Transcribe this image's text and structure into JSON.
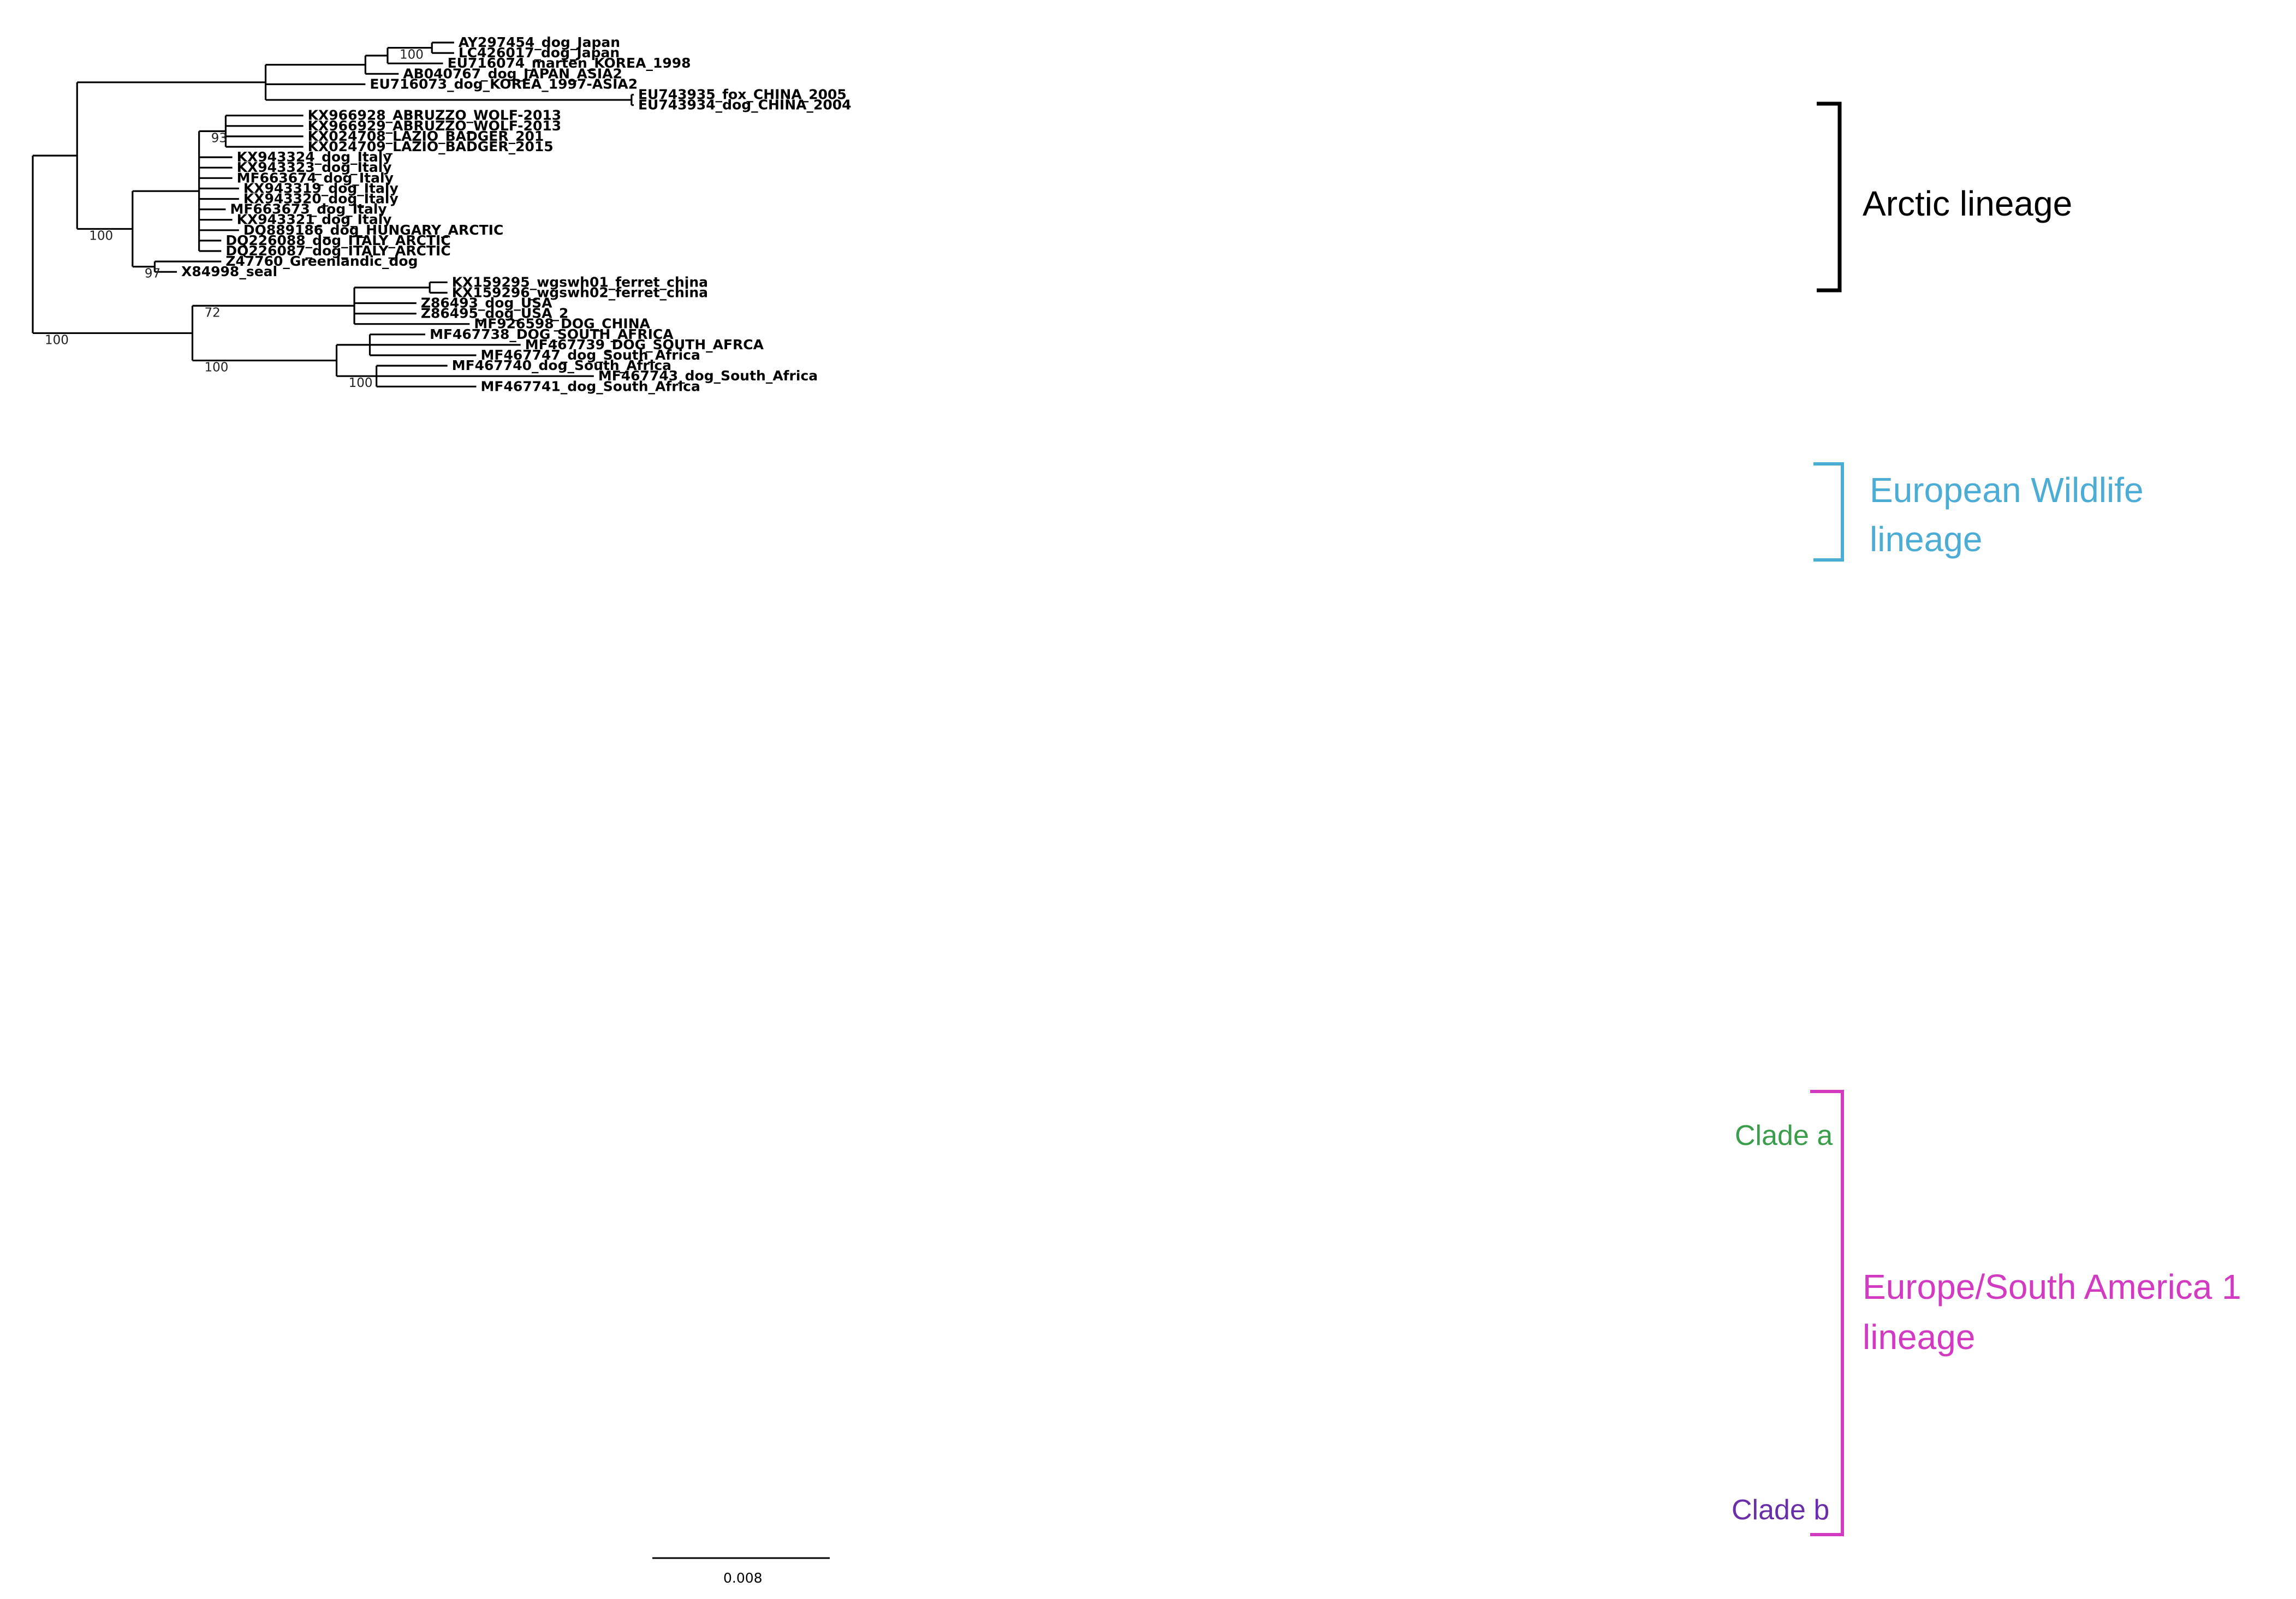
{
  "colors": {
    "branch": "#000000",
    "text": "#000000",
    "european_wildlife": "#4bacd6",
    "clade_a": "#3a9d4c",
    "europe_sa1": "#d13ac1",
    "clade_b": "#6a2fa8"
  },
  "annotations": {
    "arctic": "Arctic lineage",
    "european_wildlife": [
      "European Wildlife",
      "lineage"
    ],
    "clade_a": "Clade a",
    "europe_sa1": [
      "Europe/South America 1",
      "lineage"
    ],
    "clade_b": "Clade b"
  },
  "scale_bar": {
    "label": "0.008"
  },
  "tree": {
    "root_x": 0.0,
    "root_y": 0,
    "children": [
      {
        "len": 0.002,
        "boot": "",
        "children": [
          {
            "len": 0.0085,
            "boot": "",
            "children": [
              {
                "len": 0.0045,
                "boot": "",
                "children": [
                  {
                    "len": 0.001,
                    "boot": "",
                    "children": [
                      {
                        "len": 0.002,
                        "boot": "100",
                        "children": [
                          {
                            "len": 0.001,
                            "name": "AY297454_dog_Japan"
                          },
                          {
                            "len": 0.001,
                            "name": "LC426017_dog_Japan"
                          }
                        ]
                      },
                      {
                        "len": 0.0025,
                        "name": "EU716074_marten_KOREA_1998"
                      }
                    ]
                  },
                  {
                    "len": 0.0015,
                    "name": "AB040767_dog_JAPAN_ASIA2"
                  }
                ]
              },
              {
                "len": 0.0045,
                "name": "EU716073_dog_KOREA_1997-ASIA2"
              },
              {
                "len": 0.0165,
                "boot": "",
                "children": [
                  {
                    "len": 0.0001,
                    "name": "EU743935_fox_CHINA_2005"
                  },
                  {
                    "len": 0.0001,
                    "name": "EU743934_dog_CHINA_2004"
                  }
                ]
              }
            ]
          },
          {
            "len": 0.0025,
            "boot": "100",
            "children": [
              {
                "len": 0.003,
                "boot": "",
                "children": [
                  {
                    "len": 0.0012,
                    "boot": "93",
                    "children": [
                      {
                        "len": 0.0035,
                        "name": "KX966928_ABRUZZO_WOLF-2013"
                      },
                      {
                        "len": 0.0035,
                        "name": "KX966929_ABRUZZO_WOLF-2013"
                      },
                      {
                        "len": 0.0035,
                        "name": "KX024708_LAZIO_BADGER_201"
                      },
                      {
                        "len": 0.0035,
                        "name": "KX024709_LAZIO_BADGER_2015"
                      }
                    ]
                  },
                  {
                    "len": 0.0015,
                    "name": "KX943324_dog_Italy"
                  },
                  {
                    "len": 0.0015,
                    "name": "KX943323_dog_Italy"
                  },
                  {
                    "len": 0.0015,
                    "name": "MF663674_dog_Italy"
                  },
                  {
                    "len": 0.0018,
                    "name": "KX943319_dog_Italy"
                  },
                  {
                    "len": 0.0018,
                    "name": "KX943320_dog_Italy"
                  },
                  {
                    "len": 0.0012,
                    "name": "MF663673_dog_Italy"
                  },
                  {
                    "len": 0.0015,
                    "name": "KX943321_dog_Italy"
                  },
                  {
                    "len": 0.0018,
                    "name": "DQ889186_dog_HUNGARY_ARCTIC"
                  },
                  {
                    "len": 0.001,
                    "name": "DQ226088_dog_ITALY_ARCTIC"
                  },
                  {
                    "len": 0.001,
                    "name": "DQ226087_dog_ITALY_ARCTIC"
                  }
                ]
              },
              {
                "len": 0.001,
                "boot": "97",
                "children": [
                  {
                    "len": 0.003,
                    "name": "Z47760_Greenlandic_dog"
                  },
                  {
                    "len": 0.001,
                    "name": "X84998_seal"
                  }
                ]
              }
            ]
          }
        ]
      },
      {
        "len": 0.0072,
        "boot": "100",
        "children": [
          {
            "len": 0.001,
            "boot": "72",
            "children": [
              {
                "len": 0.0063,
                "boot": "",
                "children": [
                  {
                    "len": 0.0034,
                    "boot": "",
                    "children": [
                      {
                        "len": 0.0008,
                        "name": "KX159295_wgswh01_ferret_china"
                      },
                      {
                        "len": 0.0008,
                        "name": "KX159296_wgswh02_ferret_china"
                      }
                    ]
                  },
                  {
                    "len": 0.0028,
                    "name": "Z86493_dog_USA"
                  },
                  {
                    "len": 0.0028,
                    "name": "Z86495_dog_USA_2"
                  },
                  {
                    "len": 0.0052,
                    "name": "MF926598_DOG_CHINA"
                  }
                ]
              }
            ]
          },
          {
            "len": 0.0065,
            "boot": "100",
            "children": [
              {
                "len": 0.0015,
                "boot": "",
                "children": [
                  {
                    "len": 0.0025,
                    "name": "MF467738_DOG_SOUTH_AFRICA"
                  },
                  {
                    "len": 0.0068,
                    "name": "MF467739_DOG_SOUTH_AFRCA"
                  },
                  {
                    "len": 0.0048,
                    "name": "MF467747_dog_South_Africa"
                  }
                ]
              },
              {
                "len": 0.0018,
                "boot": "100",
                "children": [
                  {
                    "len": 0.0032,
                    "name": "MF467740_dog_South_Africa"
                  },
                  {
                    "len": 0.0098,
                    "name": "MF467743_dog_South_Africa"
                  },
                  {
                    "len": 0.0045,
                    "name": "MF467741_dog_South_Africa"
                  }
                ]
              }
            ]
          }
        ]
      }
    ]
  }
}
